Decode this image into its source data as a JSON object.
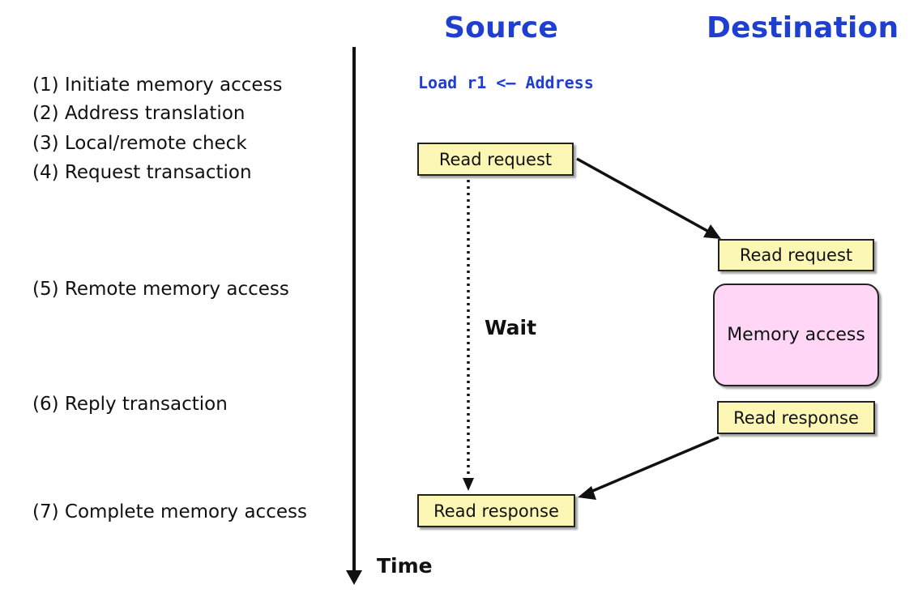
{
  "headers": {
    "source": "Source",
    "destination": "Destination"
  },
  "steps": [
    "(1) Initiate memory access",
    "(2) Address translation",
    "(3) Local/remote check",
    "(4) Request transaction",
    "(5) Remote memory access",
    "(6) Reply transaction",
    "(7) Complete memory access"
  ],
  "instruction": "Load r1 <— Address",
  "boxes": {
    "source_request": "Read request",
    "dest_request": "Read request",
    "memory_access": "Memory access",
    "dest_response": "Read response",
    "source_response": "Read response"
  },
  "wait_label": "Wait",
  "time_label": "Time"
}
